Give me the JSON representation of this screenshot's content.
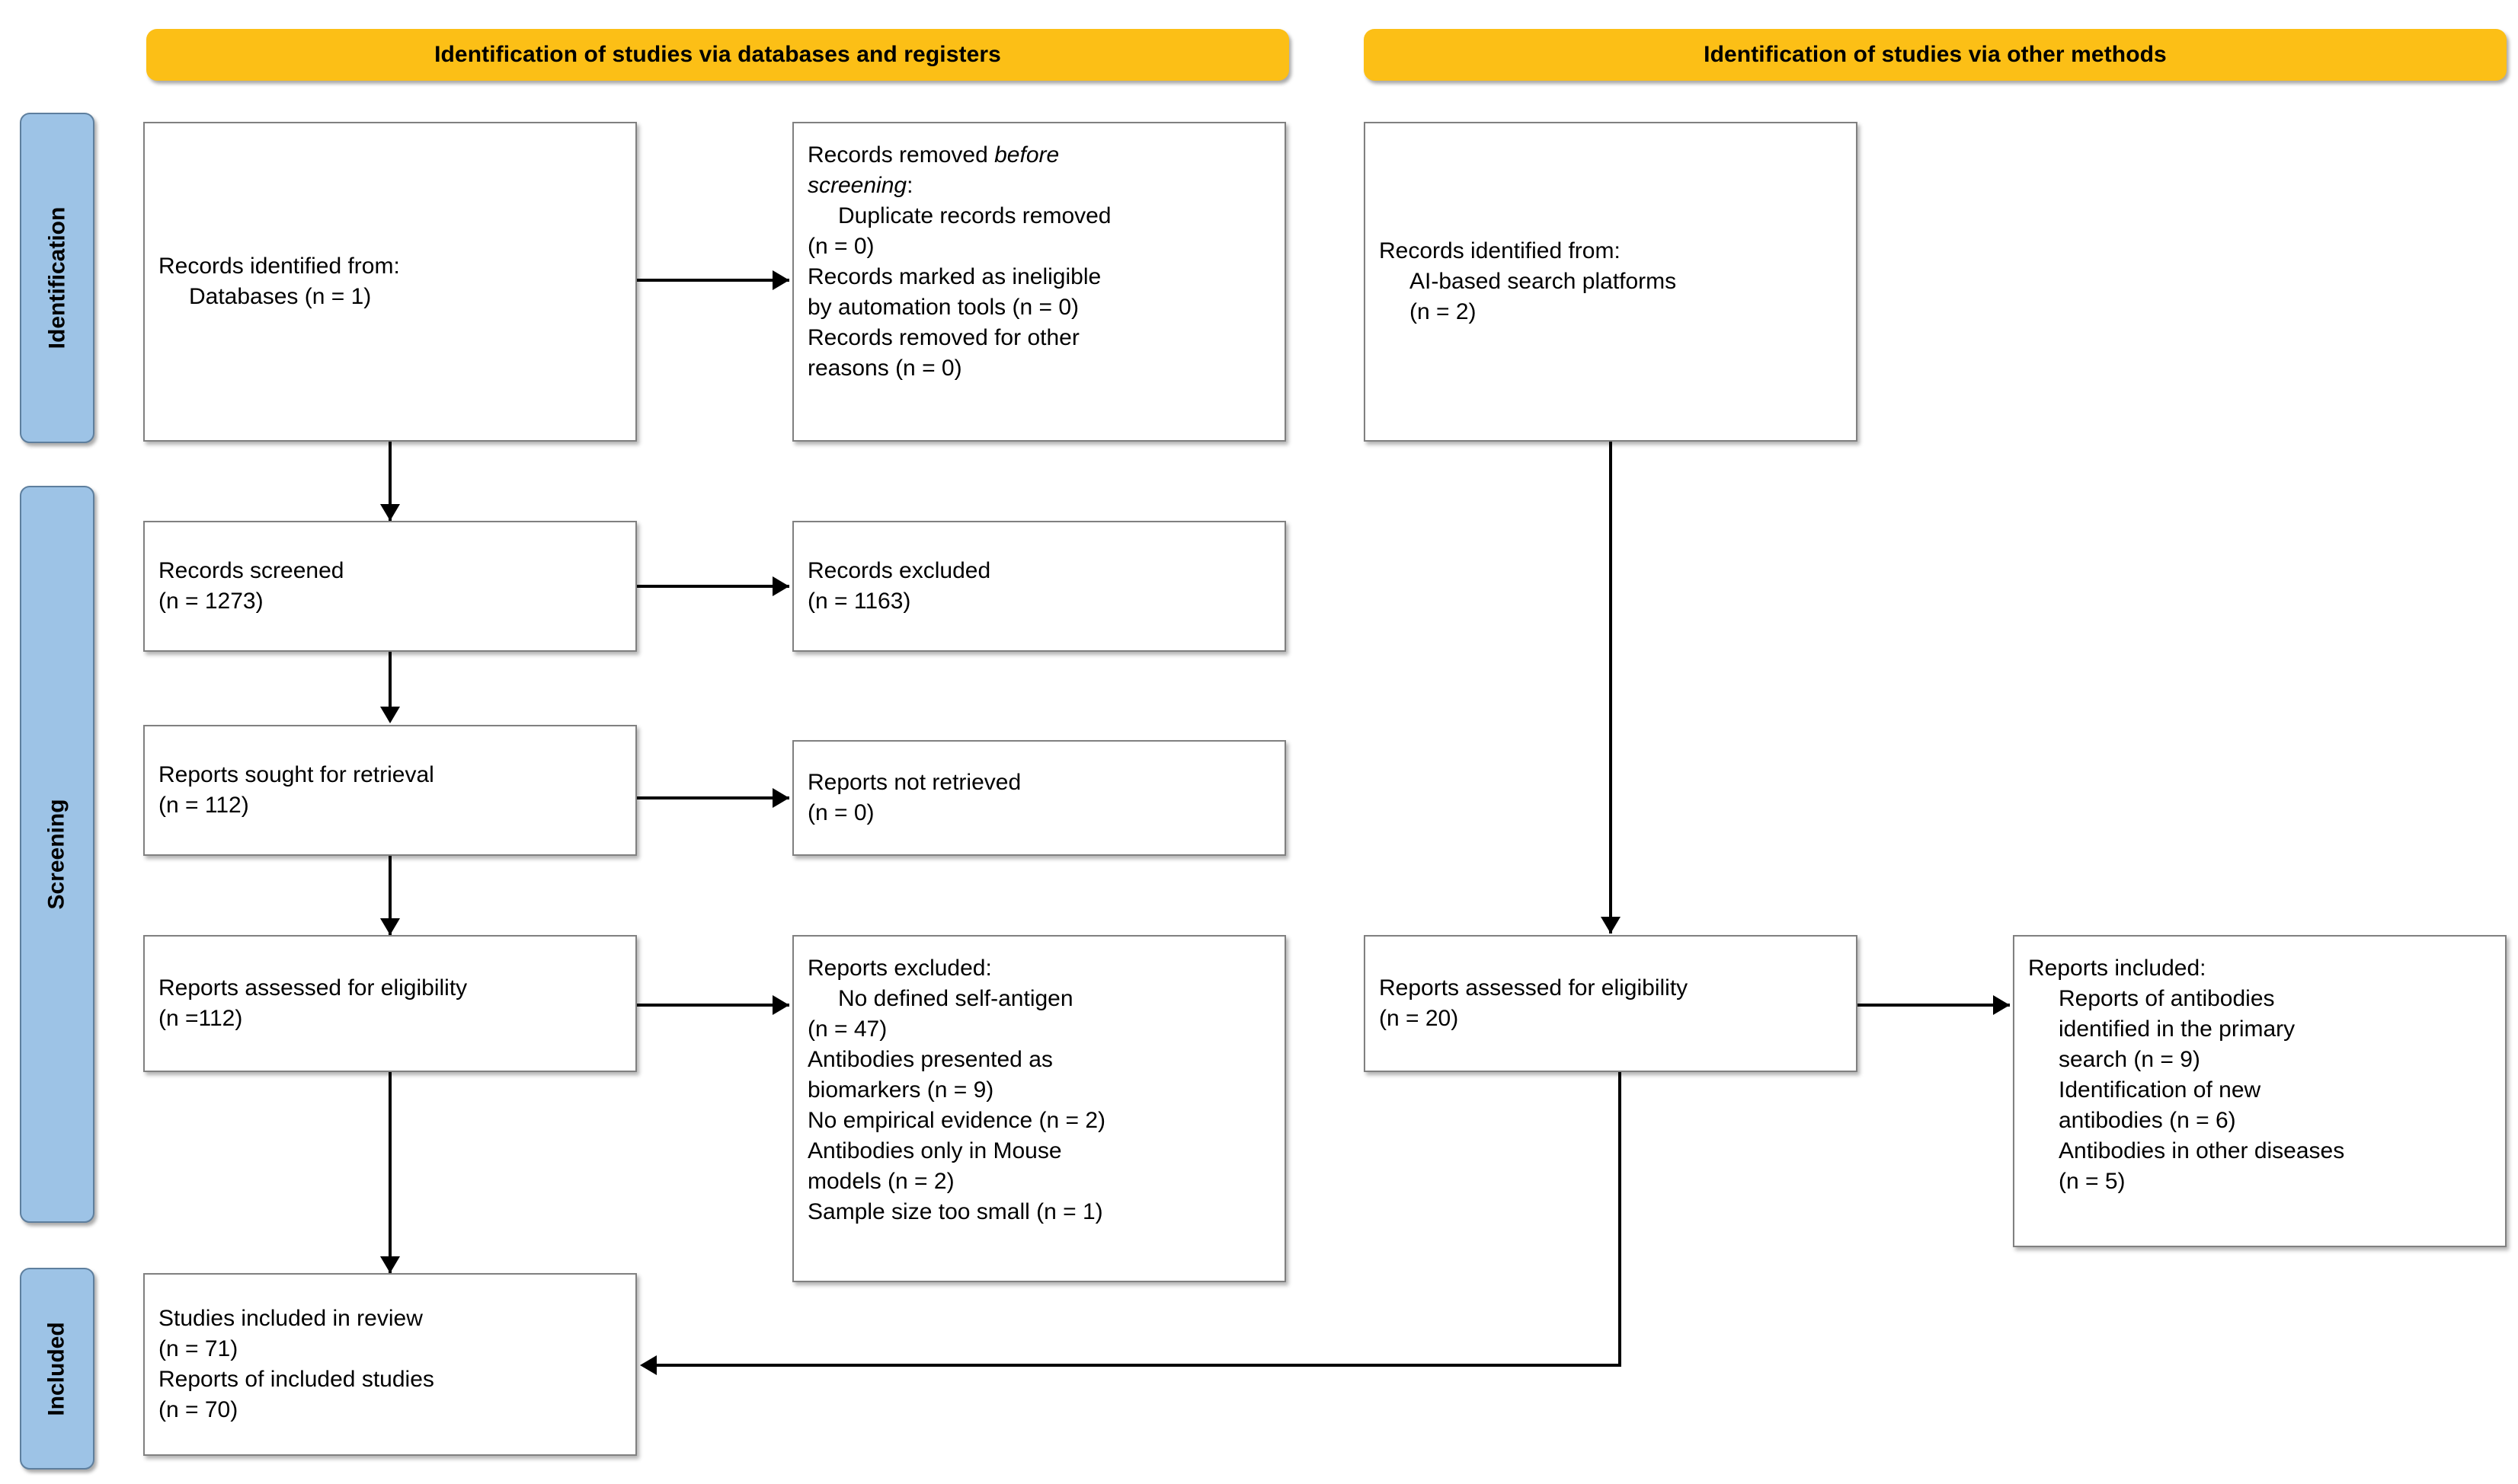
{
  "diagram": {
    "title": "PRISMA 2020 flow diagram",
    "banner_color": "#FCBF16",
    "sidebar_color": "#9DC3E6",
    "box_border_color": "#808080"
  },
  "banners": {
    "left": "Identification of studies via databases and registers",
    "right": "Identification of studies via other methods"
  },
  "stages": [
    {
      "label": "Identification"
    },
    {
      "label": "Screening"
    },
    {
      "label": "Included"
    }
  ],
  "boxes": {
    "records_identified_databases": {
      "line1": "Records identified from:",
      "line2": "Databases (n = 1)"
    },
    "records_removed": {
      "line1_a": "Records removed ",
      "line1_b": "before",
      "line2_a": "screening",
      "line2_b": ":",
      "line3": "Duplicate records removed",
      "line4": "(n = 0)",
      "line5": "Records marked as ineligible",
      "line6": "by automation tools (n = 0)",
      "line7": "Records removed for other",
      "line8": "reasons (n = 0)"
    },
    "records_identified_other": {
      "line1": "Records identified from:",
      "line2": "AI-based search platforms",
      "line3": "(n = 2)"
    },
    "records_screened": {
      "line1": "Records screened",
      "line2": "(n = 1273)"
    },
    "records_excluded": {
      "line1": "Records excluded",
      "line2": "(n = 1163)"
    },
    "reports_sought": {
      "line1": "Reports sought for retrieval",
      "line2": "(n = 112)"
    },
    "reports_not_retrieved": {
      "line1": "Reports not retrieved",
      "line2": "(n = 0)"
    },
    "reports_assessed_left": {
      "line1": "Reports assessed for eligibility",
      "line2": "(n =112)"
    },
    "reports_excluded": {
      "line1": "Reports excluded:",
      "line2": "No defined self-antigen",
      "line3": "(n = 47)",
      "line4": "Antibodies presented as",
      "line5": "biomarkers (n = 9)",
      "line6": "No empirical evidence (n = 2)",
      "line7": "Antibodies only in Mouse",
      "line8": "models (n = 2)",
      "line9": "Sample size too small (n = 1)"
    },
    "reports_assessed_right": {
      "line1": "Reports assessed for eligibility",
      "line2": "(n = 20)"
    },
    "reports_included": {
      "line1": "Reports included:",
      "line2": "Reports of antibodies",
      "line3": "identified in the primary",
      "line4": "search (n = 9)",
      "line5": "Identification of new",
      "line6": "antibodies (n = 6)",
      "line7": "Antibodies in other diseases",
      "line8": "(n = 5)"
    },
    "studies_included": {
      "line1": "Studies included in review",
      "line2": "(n = 71)",
      "line3": "Reports of included studies",
      "line4": "(n = 70)"
    }
  }
}
